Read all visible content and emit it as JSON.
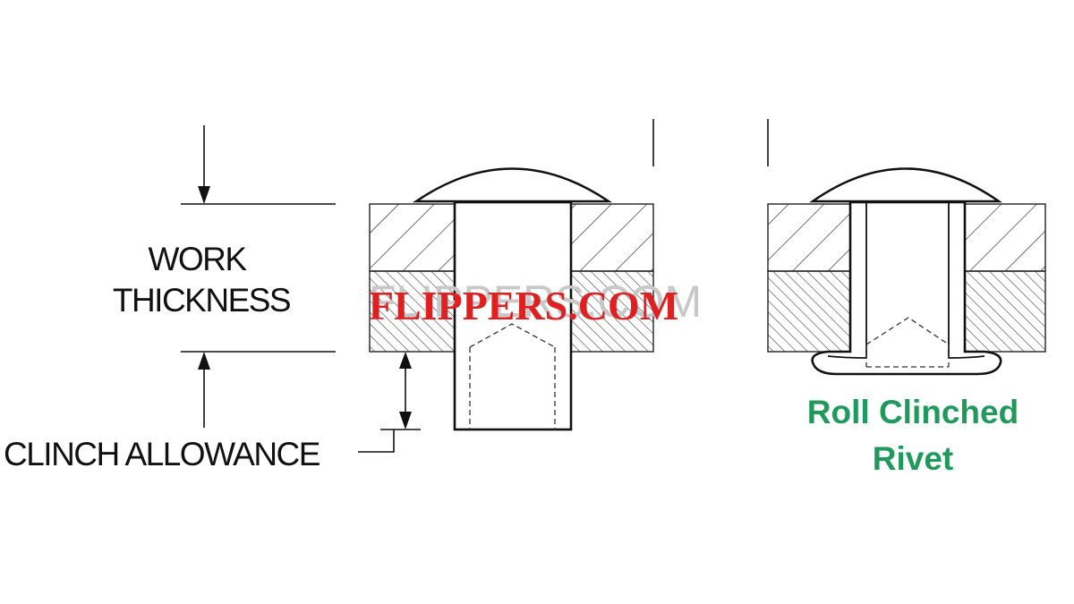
{
  "labels": {
    "work_line1": "WORK",
    "work_line2": "THICKNESS",
    "clinch_allowance": "CLINCH ALLOWANCE",
    "roll_line1": "Roll Clinched",
    "roll_line2": "Rivet"
  },
  "watermark": {
    "text": "FLIPPERS.COM"
  },
  "colors": {
    "label_text": "#111111",
    "roll_clinched_green": "#1f9a5c",
    "watermark_red": "#e02020",
    "watermark_grey": "#c8c8c8",
    "background": "#ffffff"
  }
}
